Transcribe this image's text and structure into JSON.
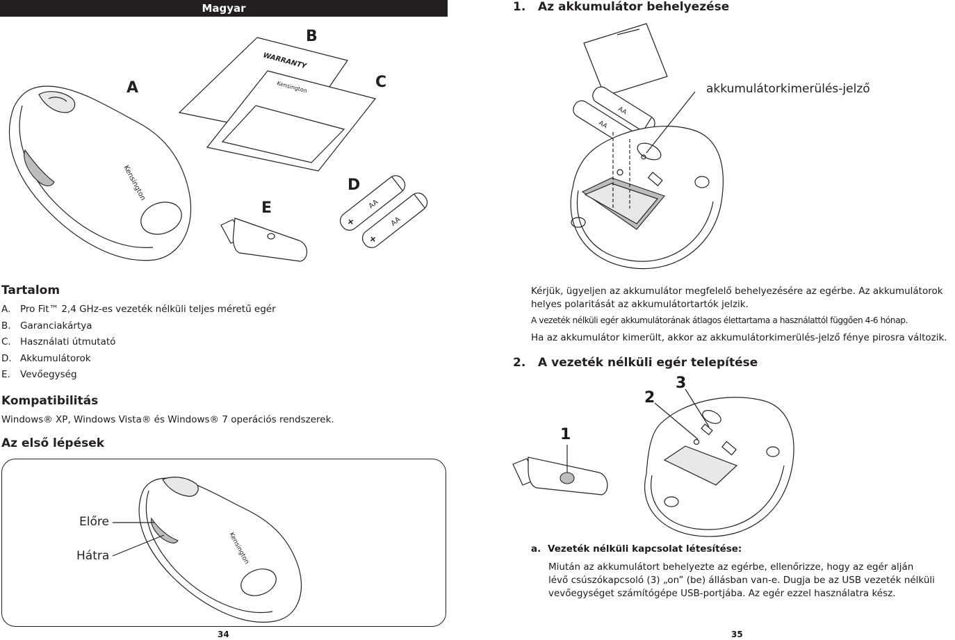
{
  "header": {
    "language": "Magyar"
  },
  "figure_contents": {
    "labels": {
      "a": "A",
      "b": "B",
      "c": "C",
      "d": "D",
      "e": "E"
    },
    "warranty_text": "WARRANTY",
    "brand": "Kensington",
    "battery_text": "AA",
    "plus": "+",
    "minus": "–"
  },
  "contents": {
    "heading": "Tartalom",
    "items": [
      {
        "key": "A.",
        "text": "Pro Fit™ 2,4 GHz-es vezeték nélküli teljes méretű egér"
      },
      {
        "key": "B.",
        "text": "Garanciakártya"
      },
      {
        "key": "C.",
        "text": "Használati útmutató"
      },
      {
        "key": "D.",
        "text": "Akkumulátorok"
      },
      {
        "key": "E.",
        "text": "Vevőegység"
      }
    ]
  },
  "compat": {
    "heading": "Kompatibilitás",
    "text": "Windows® XP, Windows Vista® és Windows® 7 operációs rendszerek."
  },
  "getting_started": {
    "heading": "Az első lépések",
    "forward": "Előre",
    "back": "Hátra"
  },
  "page_left": "34",
  "page_right": "35",
  "section1": {
    "heading": "1.   Az akkumulátor behelyezése",
    "callout": "akkumulátorkimerülés-jelző",
    "para1": "Kérjük, ügyeljen az akkumulátor megfelelő behelyezésére az egérbe. Az akkumulátorok",
    "para1b": "helyes polaritását az akkumulátortartók jelzik.",
    "para2": "A vezeték nélküli egér akkumulátorának átlagos élettartama a használattól függően 4-6 hónap.",
    "para3": "Ha az akkumulátor kimerült, akkor az akkumulátorkimerülés-jelző fénye pirosra változik."
  },
  "section2": {
    "heading": "2.   A vezeték nélküli egér telepítése",
    "num1": "1",
    "num2": "2",
    "num3": "3",
    "sub_key": "a.",
    "sub_heading": "Vezeték nélküli kapcsolat létesítése:",
    "line1": "Miután az akkumulátort behelyezte az egérbe, ellenőrizze, hogy az egér alján",
    "line2": "lévő csúszókapcsoló (3) „on” (be) állásban van-e. Dugja be az USB vezeték nélküli",
    "line3": "vevőegységet számítógépe USB-portjába. Az egér ezzel használatra kész."
  }
}
